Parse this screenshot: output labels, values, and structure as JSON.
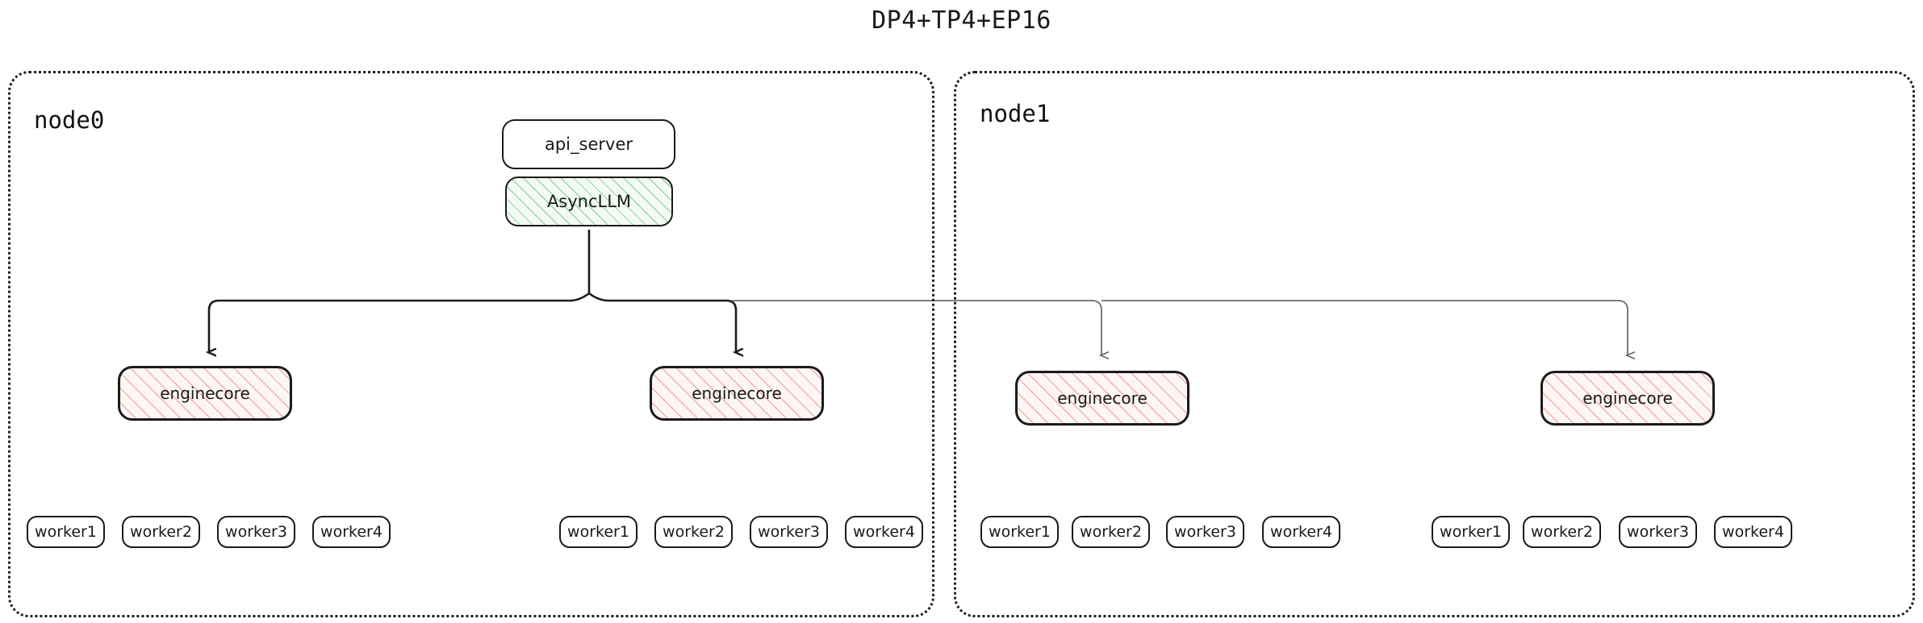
{
  "title": "DP4+TP4+EP16",
  "colors": {
    "ink": "#1b1b1b",
    "node_border": "#1f1f1f",
    "async_hatch": "#54b46e",
    "engine_hatch": "#e27a6e",
    "local_edge": "#1b1b1b",
    "remote_edge": "#6b6b6b",
    "background": "#ffffff"
  },
  "nodes": [
    {
      "id": "node0",
      "label": "node0",
      "api_server": {
        "label": "api_server"
      },
      "async_llm": {
        "label": "AsyncLLM"
      },
      "enginecores": [
        {
          "label": "enginecore",
          "workers": [
            {
              "label": "worker1"
            },
            {
              "label": "worker2"
            },
            {
              "label": "worker3"
            },
            {
              "label": "worker4"
            }
          ]
        },
        {
          "label": "enginecore",
          "workers": [
            {
              "label": "worker1"
            },
            {
              "label": "worker2"
            },
            {
              "label": "worker3"
            },
            {
              "label": "worker4"
            }
          ]
        }
      ]
    },
    {
      "id": "node1",
      "label": "node1",
      "enginecores": [
        {
          "label": "enginecore",
          "workers": [
            {
              "label": "worker1"
            },
            {
              "label": "worker2"
            },
            {
              "label": "worker3"
            },
            {
              "label": "worker4"
            }
          ]
        },
        {
          "label": "enginecore",
          "workers": [
            {
              "label": "worker1"
            },
            {
              "label": "worker2"
            },
            {
              "label": "worker3"
            },
            {
              "label": "worker4"
            }
          ]
        }
      ]
    }
  ]
}
